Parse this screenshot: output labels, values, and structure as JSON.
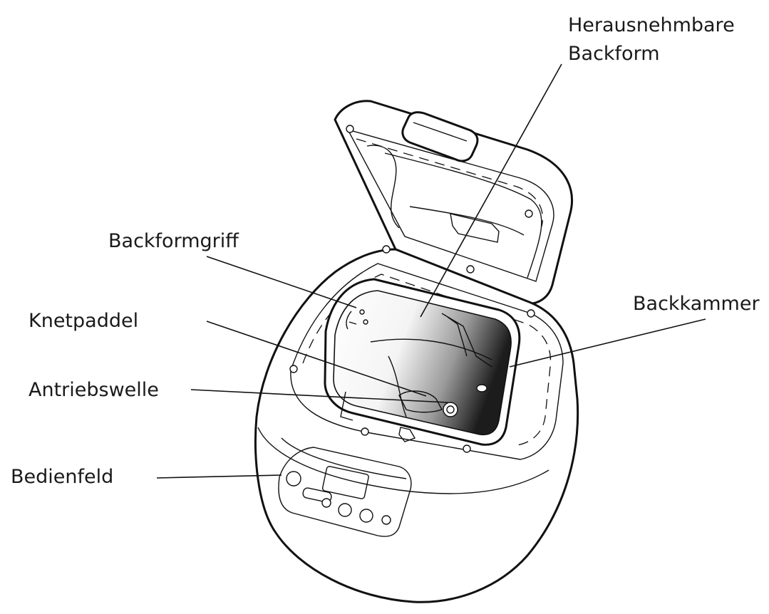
{
  "labels": {
    "removable_pan_line1": "Herausnehmbare",
    "removable_pan_line2": "Backform",
    "pan_handle": "Backformgriff",
    "baking_chamber": "Backkammer",
    "kneading_paddle": "Knetpaddel",
    "drive_shaft": "Antriebswelle",
    "control_panel": "Bedienfeld"
  },
  "colors": {
    "line": "#111111",
    "background": "#ffffff",
    "pan_shade": "#2a2a2a"
  }
}
